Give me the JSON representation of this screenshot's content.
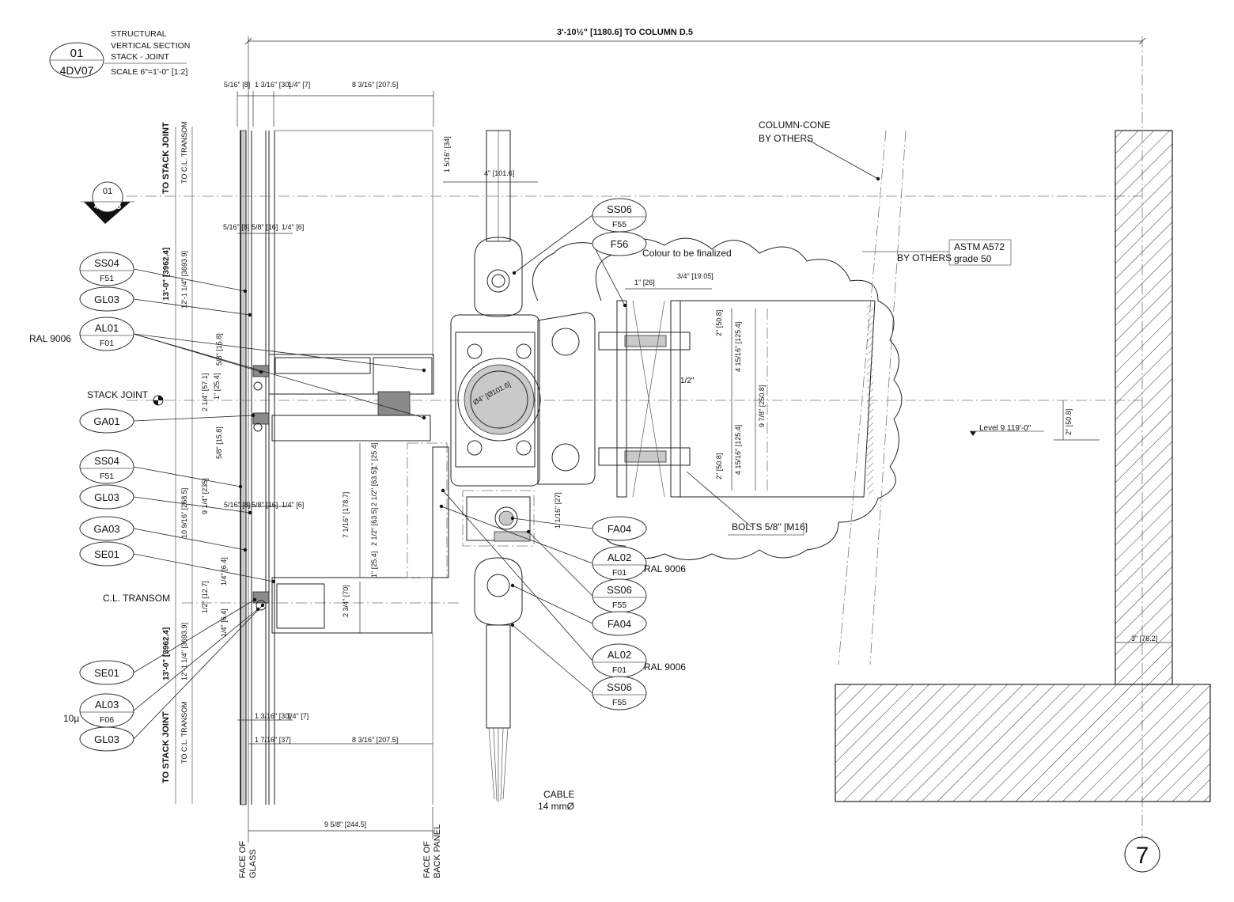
{
  "title_block": {
    "detail_number": "01",
    "sheet": "4DV07",
    "lines": [
      "STRUCTURAL",
      "VERTICAL SECTION",
      "STACK - JOINT",
      "SCALE 6\"=1'-0\" [1:2]"
    ]
  },
  "section_marker": {
    "number": "01",
    "sheet": "4DH15"
  },
  "top_dimension": "3'-10½\" [1180.6]  TO COLUMN  D.5",
  "page_number": "7",
  "tags": [
    {
      "top": "SS04",
      "bottom": "F51"
    },
    {
      "top": "GL03",
      "bottom": ""
    },
    {
      "top": "AL01",
      "bottom": "F01"
    },
    {
      "top": "GA01",
      "bottom": ""
    },
    {
      "top": "SS04",
      "bottom": "F51"
    },
    {
      "top": "GL03",
      "bottom": ""
    },
    {
      "top": "GA03",
      "bottom": ""
    },
    {
      "top": "SE01",
      "bottom": ""
    },
    {
      "top": "SE01",
      "bottom": ""
    },
    {
      "top": "AL03",
      "bottom": "F06"
    },
    {
      "top": "GL03",
      "bottom": ""
    },
    {
      "top": "SS06",
      "bottom": "F55"
    },
    {
      "top": "F56",
      "bottom": ""
    },
    {
      "top": "FA04",
      "bottom": ""
    },
    {
      "top": "AL02",
      "bottom": "F01"
    },
    {
      "top": "SS06",
      "bottom": "F55"
    },
    {
      "top": "FA04",
      "bottom": ""
    },
    {
      "top": "AL02",
      "bottom": "F01"
    },
    {
      "top": "SS06",
      "bottom": "F55"
    }
  ],
  "notes": [
    "RAL 9006",
    "STACK JOINT",
    "C.L. TRANSOM",
    "10µ",
    "TO STACK JOINT",
    "TO C.L. TRANSOM",
    "TO STACK JOINT",
    "TO C.L. TRANSOM",
    "13'-0\" [3962.4]",
    "13'-0\" [3962.4]",
    "Colour to be finalized",
    "COLUMN-CONE",
    "BY OTHERS",
    "BY OTHERS",
    "ASTM A572",
    "grade 50",
    "BOLTS 5/8\"  [M16]",
    "RAL 9006",
    "RAL 9006",
    "CABLE",
    "14 mmØ",
    "Level 9   119'-0\"",
    "FACE OF",
    "GLASS",
    "FACE OF",
    "BACK PANEL",
    "1/2\""
  ],
  "dimensions": [
    "5/16\" [8]",
    "1 3/16\" [30]",
    "1/4\" [7]",
    "8 3/16\" [207.5]",
    "1 5/16\" [34]",
    "4\" [101.6]",
    "5/16\" [8]",
    "5/8\" [16]",
    "1/4\" [6]",
    "12'-1 1/4\" [3693.9]",
    "5/8\" [15.8]",
    "2 1/4\" [57.1]",
    "1\" [25.4]",
    "5/8\" [15.8]",
    "1\" [25.4]",
    "2 1/2\" [63.5]",
    "7 1/16\" [178.7]",
    "2 1/2\" [63.5]",
    "1\" [25.4]",
    "10 9/16\" [268.5]",
    "9 1/4\" [235]",
    "5/16\" [8]",
    "5/8\" [16]",
    "1/4\" [6]",
    "1/4\" [6.4]",
    "1/2\" [12.7]",
    "2 3/4\" [70]",
    "1/4\" [6.4]",
    "12'-1 1/4\" [3693.9]",
    "1 3/16\" [30]",
    "1/4\" [7]",
    "1 7/16\" [37]",
    "8 3/16\" [207.5]",
    "9 5/8\" [244.5]",
    "1\" [26]",
    "3/4\" [19.05]",
    "2\" [50.8]",
    "4 15/16\" [125.4]",
    "9 7/8\" [250.8]",
    "4 15/16\" [125.4]",
    "2\" [50.8]",
    "1 1/16\" [27]",
    "Ø4\" [Ø101.6]",
    "2\" [50.8]",
    "3\" [76.2]"
  ]
}
